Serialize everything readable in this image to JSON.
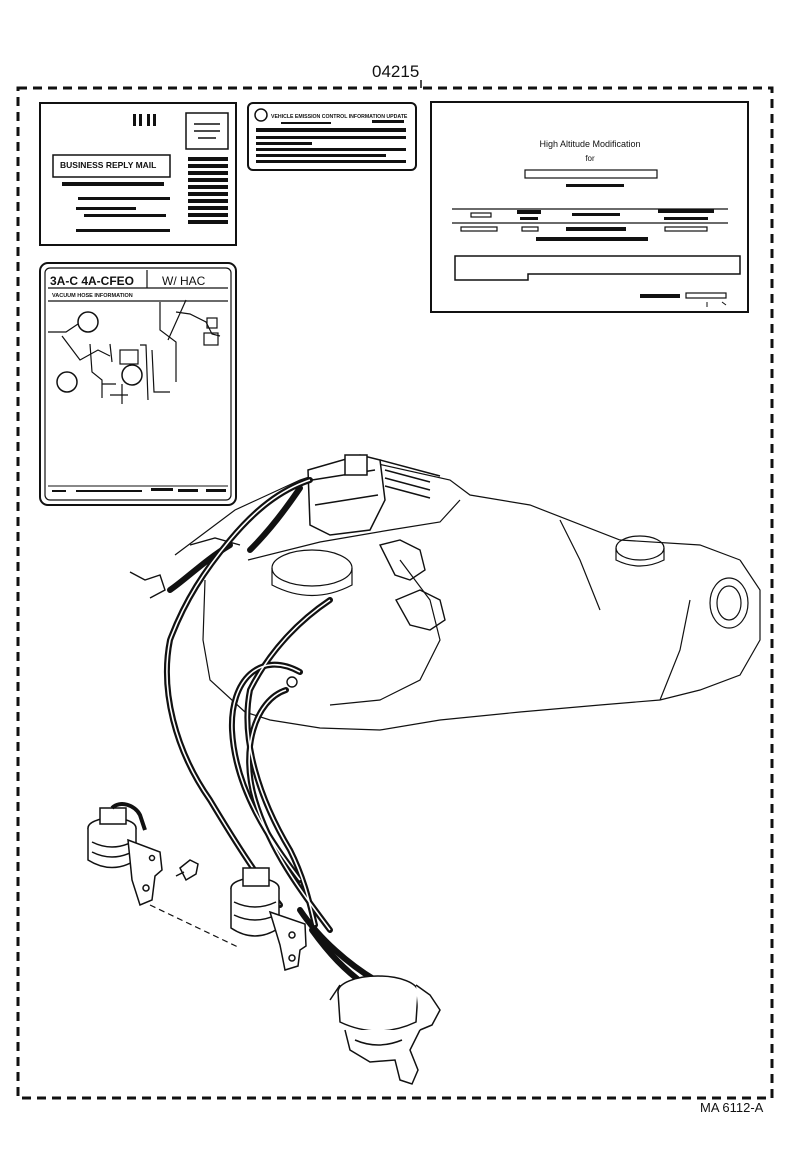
{
  "part_number": "04215",
  "figure_code": "MA 6112-A",
  "labels": {
    "reply_card": {
      "title": "BUSINESS REPLY MAIL"
    },
    "emission_label": {
      "title": "VEHICLE EMISSION CONTROL INFORMATION UPDATE"
    },
    "high_altitude": {
      "title": "High Altitude Modification",
      "subtitle": "for"
    },
    "vacuum_label": {
      "engine_code": "3A-C 4A-CFEO",
      "variant": "W/ HAC",
      "subtitle": "VACUUM HOSE INFORMATION"
    }
  }
}
